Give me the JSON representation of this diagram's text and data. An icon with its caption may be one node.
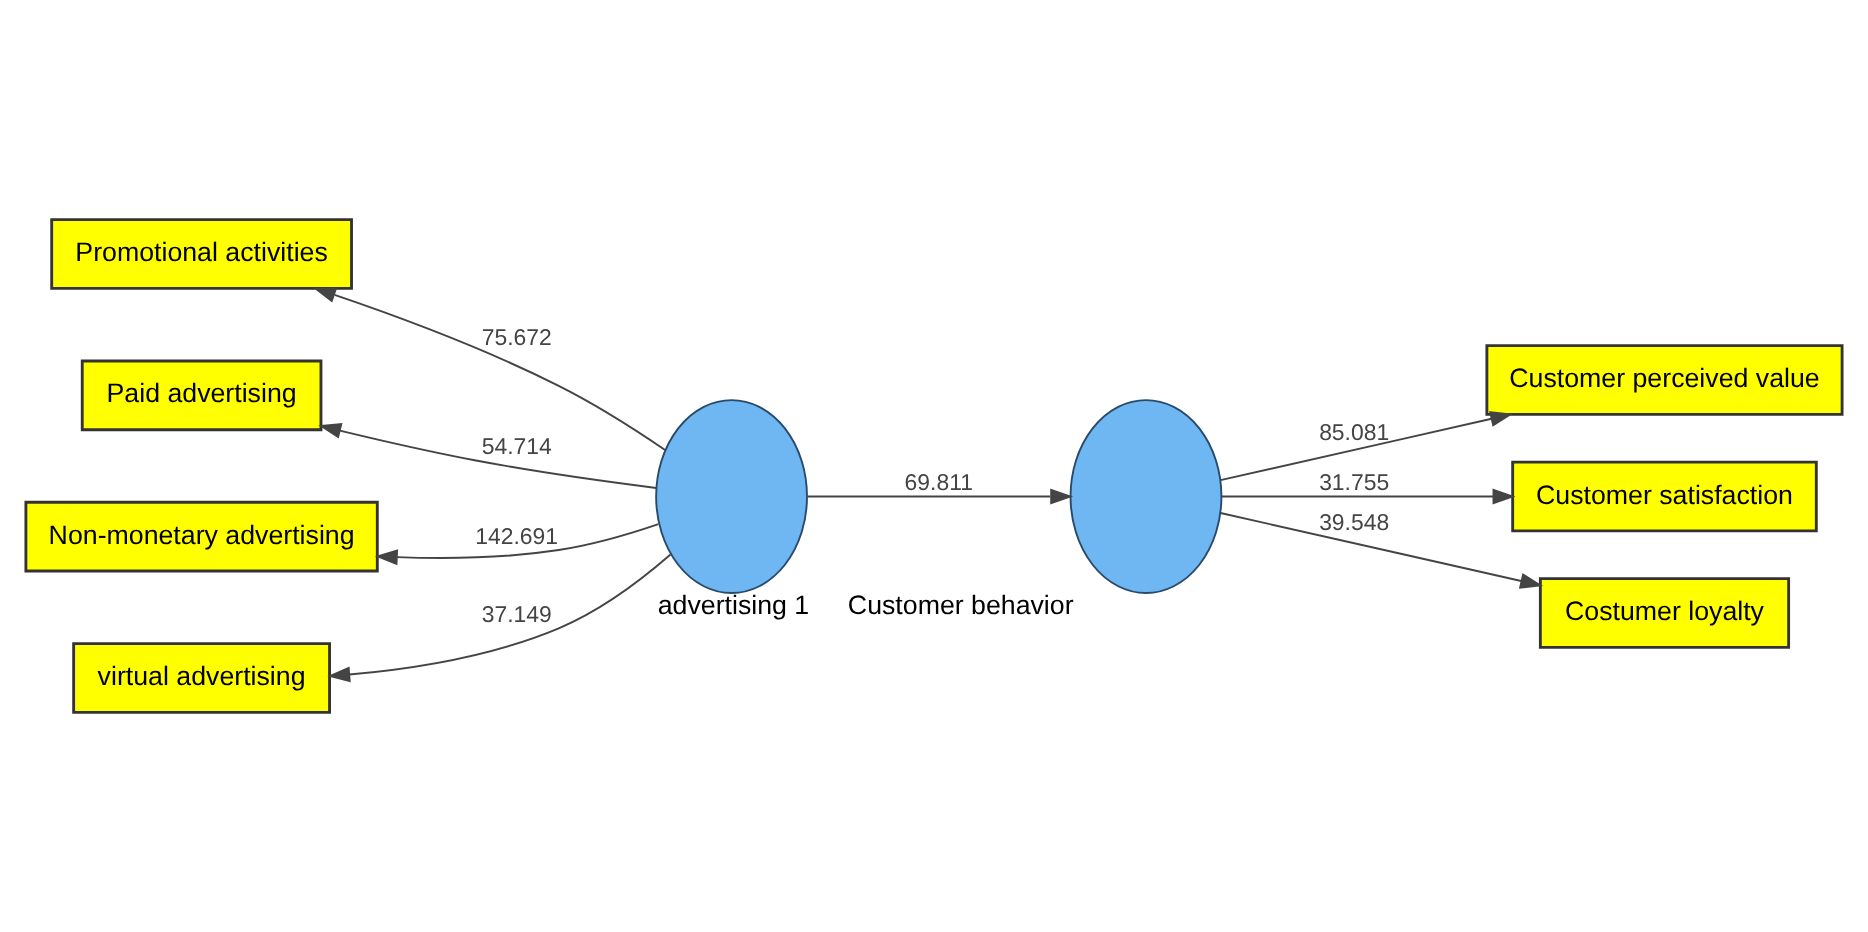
{
  "diagram": {
    "nodes": [
      {
        "text": [
          "Promotional activities"
        ]
      },
      {
        "text": [
          "Paid advertising"
        ]
      },
      {
        "text": [
          "Non-monetary advertising"
        ]
      },
      {
        "text": [
          "virtual advertising"
        ]
      },
      {
        "text": [],
        "shape": "circle",
        "beside": [
          "advertising 1"
        ]
      },
      {
        "text": [],
        "shape": "circle",
        "beside": [
          "Customer behavior"
        ]
      },
      {
        "text": [
          "Customer perceived value"
        ]
      },
      {
        "text": [
          "Customer satisfaction"
        ]
      },
      {
        "text": [
          "Costumer loyalty"
        ]
      }
    ],
    "edges": [
      {
        "from": 4,
        "to": 0,
        "arrow": "to",
        "label": "75.672"
      },
      {
        "from": 4,
        "to": 1,
        "arrow": "to",
        "label": "54.714"
      },
      {
        "from": 4,
        "to": 2,
        "arrow": "to",
        "label": "142.691"
      },
      {
        "from": 4,
        "to": 3,
        "arrow": "to",
        "label": "37.149"
      },
      {
        "from": 4,
        "to": 5,
        "arrow": "to",
        "label": "69.811"
      },
      {
        "from": 5,
        "to": 6,
        "arrow": "to",
        "label": "85.081"
      },
      {
        "from": 5,
        "to": 7,
        "arrow": "to",
        "label": "31.755"
      },
      {
        "from": 5,
        "to": 8,
        "arrow": "to",
        "label": "39.548"
      }
    ]
  }
}
